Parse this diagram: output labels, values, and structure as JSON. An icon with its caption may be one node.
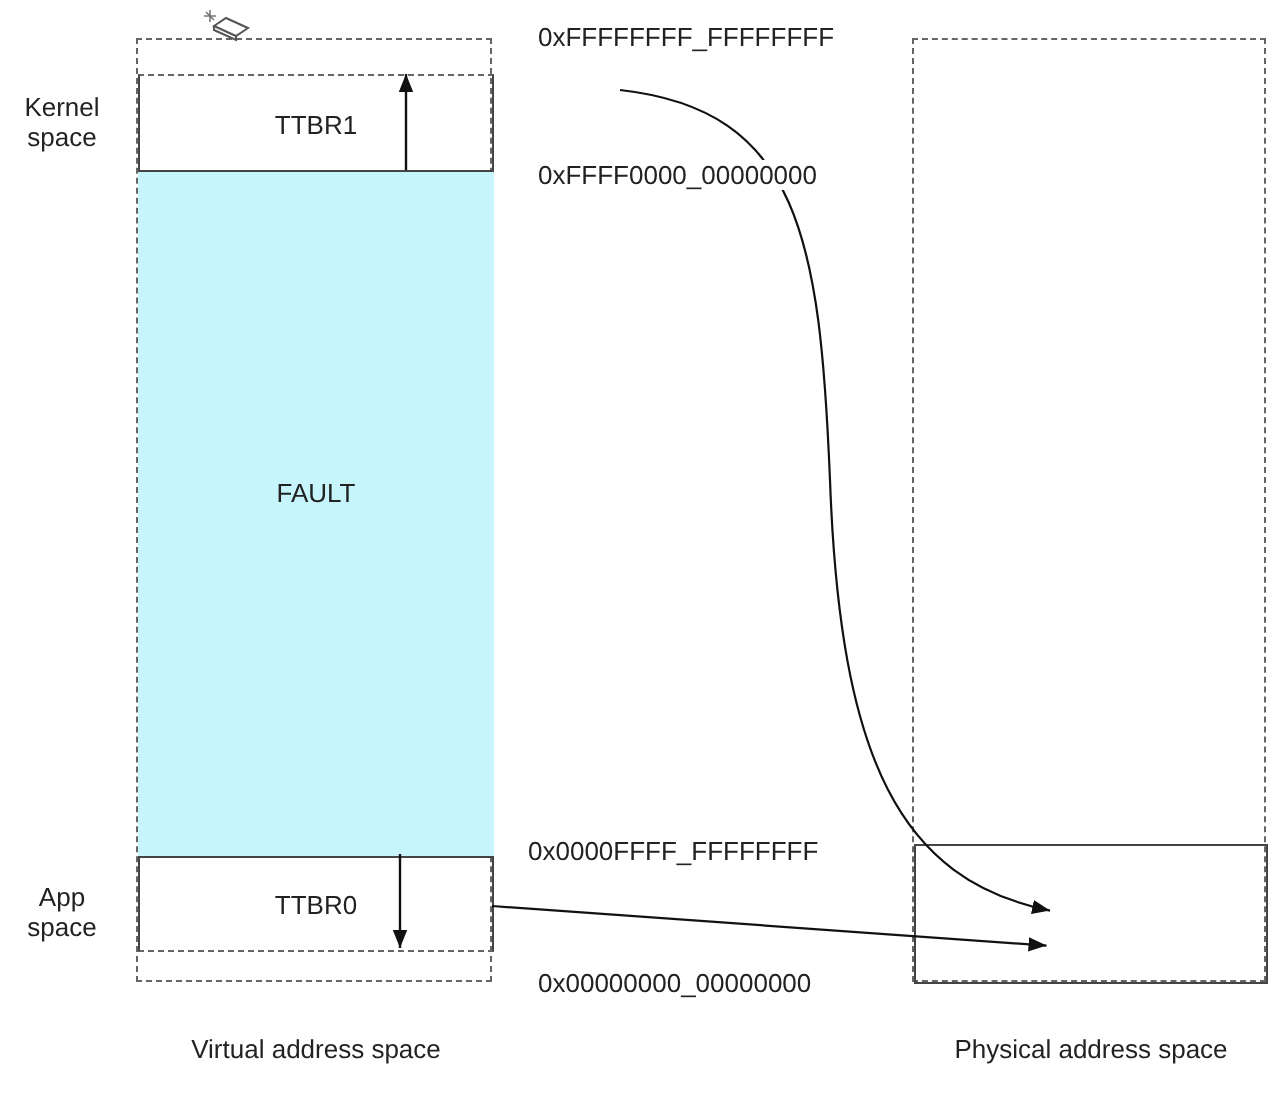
{
  "diagram": {
    "nodes": [
      {
        "text": [
          "Virtual address space"
        ]
      },
      {
        "text": [
          "TTBR1"
        ],
        "in": 0
      },
      {
        "text": [
          "FAULT"
        ],
        "in": 0
      },
      {
        "text": [
          "TTBR0"
        ],
        "in": 0
      },
      {
        "text": [
          "Physical address space"
        ]
      },
      {
        "text": [],
        "shape": "box",
        "in": 4
      }
    ],
    "edges": [
      {
        "from": null,
        "to": 5,
        "arrow": "to"
      },
      {
        "from": 3,
        "to": 5,
        "arrow": "to"
      }
    ],
    "labels": [
      "Kernel space",
      "0xFFFFFFFF_FFFFFFFF",
      "0xFFFF0000_00000000",
      "0x0000FFFF_FFFFFFFF",
      "App space",
      "0x00000000_00000000"
    ]
  }
}
